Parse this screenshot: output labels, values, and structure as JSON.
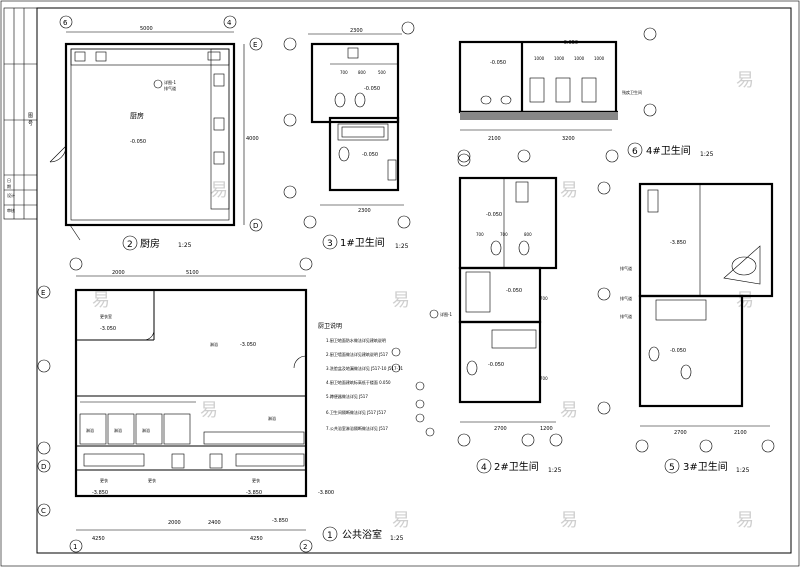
{
  "title_block": {
    "cells": [
      "图",
      "号",
      "日",
      "期",
      "设计",
      "审核"
    ]
  },
  "plans": {
    "kitchen": {
      "caption_num": "2",
      "caption": "厨房",
      "scale": "1:25",
      "room_label": "厨房",
      "level": "-0.050",
      "note_tag": "详图-1",
      "note_sub": "排气道",
      "dim_top": "5000",
      "dim_right": "4000",
      "axis_left": "6",
      "axis_right": "4",
      "axis_top": "E",
      "axis_bottom": "D"
    },
    "bath1": {
      "caption_num": "3",
      "caption": "1#卫生间",
      "scale": "1:25",
      "dim_top": "2300",
      "dim_bottom": "2300",
      "level1": "-0.050",
      "level2": "-0.050",
      "dims_inner": [
        "700",
        "800",
        "500"
      ]
    },
    "bath6": {
      "caption_num": "6",
      "caption": "4#卫生间",
      "scale": "1:25",
      "dim_left": "2100",
      "dim_right": "3200",
      "level1": "-0.050",
      "level2": "-0.050",
      "note": "残疾卫生间",
      "dims_inner": [
        "1000",
        "1000",
        "1000",
        "1000"
      ]
    },
    "bath2": {
      "caption_num": "4",
      "caption": "2#卫生间",
      "scale": "1:25",
      "dim_bottom_left": "2700",
      "dim_bottom_right": "1200",
      "level1": "-0.050",
      "level2": "-0.050",
      "level3": "-0.050",
      "dims_inner": [
        "700",
        "700",
        "800",
        "700",
        "700"
      ],
      "note_tag": "详图-1"
    },
    "bath5": {
      "caption_num": "5",
      "caption": "3#卫生间",
      "scale": "1:25",
      "dim_bottom_left": "2700",
      "dim_bottom_right": "2100",
      "level1": "-3.850",
      "level2": "-0.050",
      "labels": [
        "排气道",
        "排气道",
        "排气道"
      ]
    },
    "public": {
      "caption_num": "1",
      "caption": "公共浴室",
      "scale": "1:25",
      "dim_top": "5100",
      "dim_top_left": "2000",
      "room_labels": [
        "更衣室",
        "淋浴",
        "淋浴",
        "淋浴",
        "淋浴",
        "更衣",
        "更衣",
        "更衣",
        "淋浴"
      ],
      "levels": [
        "-3.050",
        "-3.050",
        "-3.850",
        "-3.850",
        "-3.800",
        "-3.850"
      ],
      "bottom_dims": [
        "4250",
        "2000",
        "2400",
        "4250"
      ],
      "axis_rows": [
        "E",
        "D",
        "C"
      ],
      "axis_cols": [
        "1",
        "2"
      ]
    }
  },
  "notes": {
    "title": "厨卫说明",
    "items": [
      "1.厨卫地面防水做法详见建筑说明",
      "2.厨卫墙面做法详见建筑说明 J517",
      "3.洗脸盆及地漏做法详见 J517-10 J517-11",
      "4.厨卫地面建筑标高低于楼面 0.050",
      "5.蹲便器做法详见 J517",
      "6.卫生间隔断做法详见 J517 J517",
      "7.公共浴室淋浴隔断做法详见 J517"
    ]
  },
  "watermark": "易",
  "colors": {
    "line": "#000000",
    "watermark": "#cfcfcf",
    "background": "#ffffff"
  }
}
